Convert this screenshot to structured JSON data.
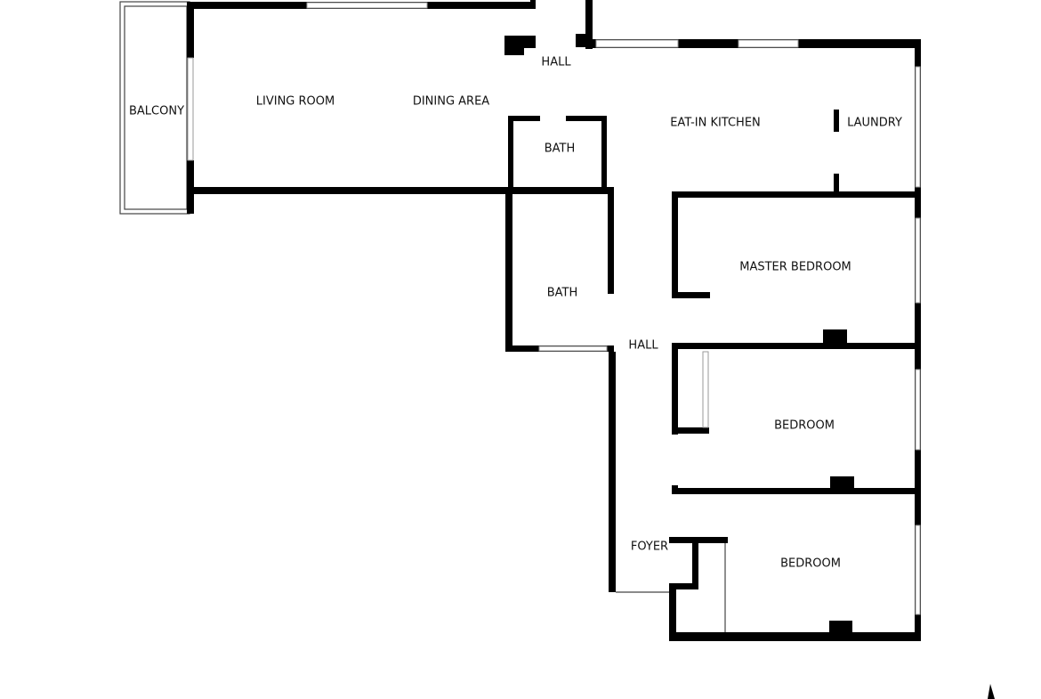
{
  "rooms": {
    "balcony": "BALCONY",
    "living_room": "LIVING ROOM",
    "dining_area": "DINING AREA",
    "hall_top": "HALL",
    "bath_1": "BATH",
    "eat_in_kitchen": "EAT-IN KITCHEN",
    "laundry": "LAUNDRY",
    "bath_2": "BATH",
    "master_bedroom": "MASTER BEDROOM",
    "hall_center": "HALL",
    "bedroom_1": "BEDROOM",
    "foyer": "FOYER",
    "bedroom_2": "BEDROOM"
  },
  "colors": {
    "wall": "#000000",
    "window": "#9a9a9a",
    "background": "#ffffff"
  }
}
